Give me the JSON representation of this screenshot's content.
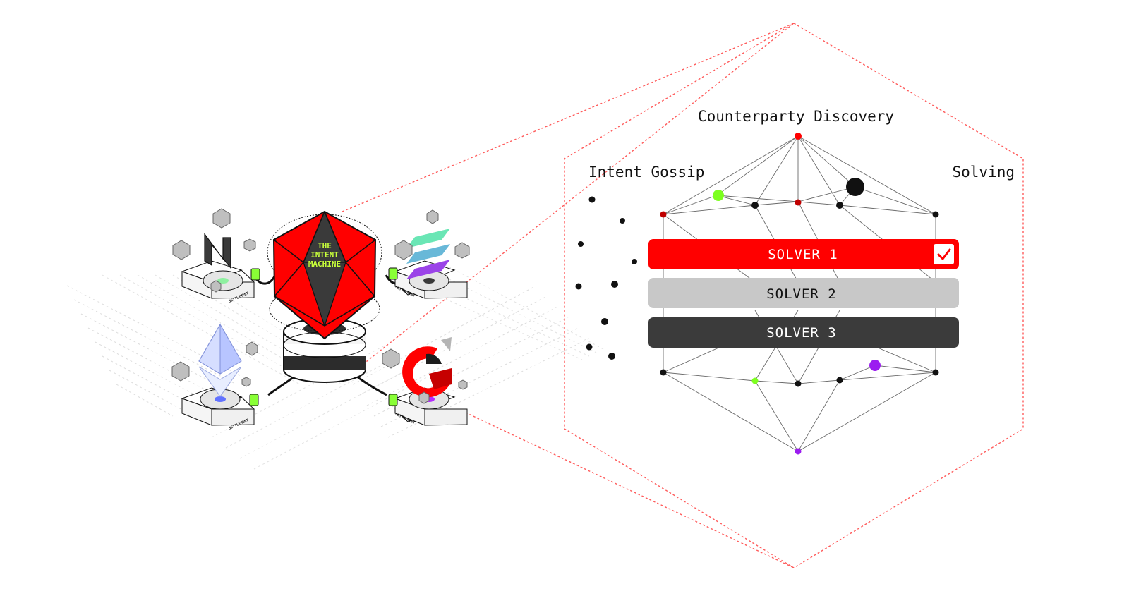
{
  "colors": {
    "accent_red": "#ff0000",
    "solver_gray": "#c8c8c8",
    "solver_dark": "#3b3b3b",
    "node_green": "#7dff1f",
    "node_purple": "#9b1cf0",
    "node_dark_red": "#c00000",
    "machine_text": "#c8ff3a"
  },
  "machine": {
    "line1": "THE",
    "line2": "INTENT",
    "line3": "MACHINE"
  },
  "settlement": {
    "near": "SETTLEMENT",
    "solana": "SETTLEMENT",
    "ethereum": "SETTLEMENT",
    "other": "SETTLEMENT"
  },
  "network": {
    "top_label": "Counterparty Discovery",
    "left_label": "Intent Gossip",
    "right_label": "Solving"
  },
  "solvers": [
    {
      "label": "SOLVER 1",
      "selected": true
    },
    {
      "label": "SOLVER 2",
      "selected": false
    },
    {
      "label": "SOLVER 3",
      "selected": false
    }
  ],
  "icons": {
    "check": "check-icon",
    "near": "near-logo-icon",
    "solana": "solana-logo-icon",
    "ethereum": "ethereum-logo-icon",
    "other": "circle-logo-icon"
  }
}
